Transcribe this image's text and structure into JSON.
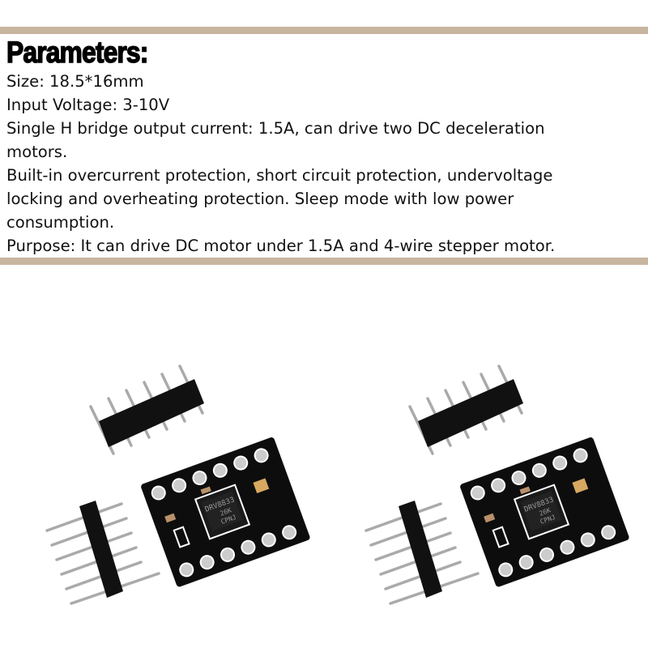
{
  "title": "Parameters:",
  "lines": [
    "Size: 18.5*16mm",
    "Input Voltage: 3-10V",
    "Single H bridge output current: 1.5A, can drive two DC deceleration",
    "motors.",
    "Built-in overcurrent protection, short circuit protection, undervoltage",
    "locking and overheating protection. Sleep mode with low power",
    "consumption.",
    "Purpose: It can drive DC motor under 1.5A and 4-wire stepper motor."
  ],
  "board_chip_text": [
    "DRV8833",
    "26K",
    "CPNJ"
  ],
  "colors": {
    "accent_bar": "#c8b59f",
    "pcb": "#0d0d0d"
  }
}
